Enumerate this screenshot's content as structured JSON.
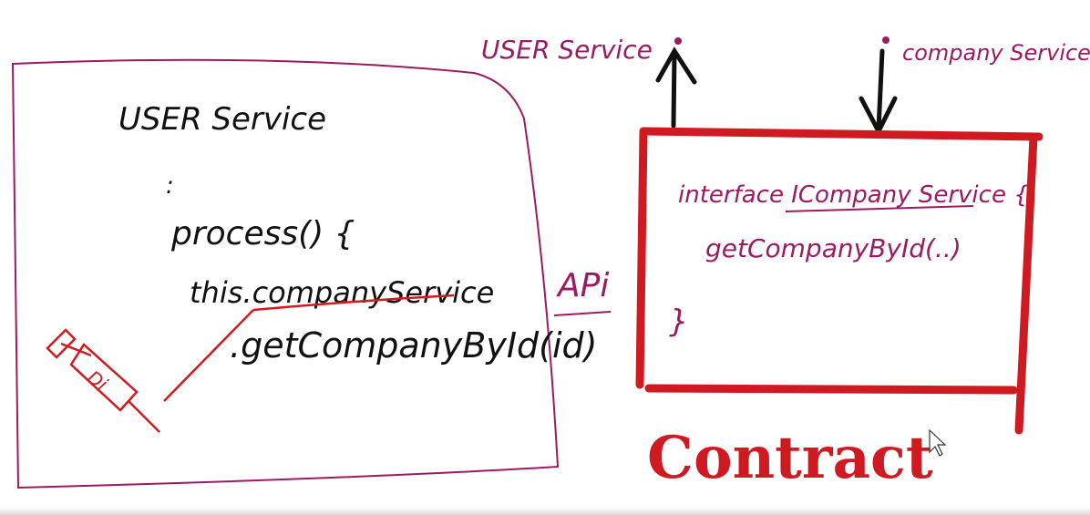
{
  "left_box": {
    "title": "USER Service",
    "ellipsis": ":",
    "method_line": "process() {",
    "call_line_1": "this.companyService",
    "call_line_2": ".getCompanyById(id)",
    "syringe_label": "Di"
  },
  "api_label": "APi",
  "top_labels": {
    "left": "USER Service",
    "right": "company Service"
  },
  "contract_box": {
    "line_1": "interface ICompany Service {",
    "line_2": "getCompanyById(..)",
    "closing": "}",
    "caption": "Contract"
  },
  "colors": {
    "ink": "#111111",
    "purple": "#9b1b63",
    "red": "#d01a22"
  }
}
